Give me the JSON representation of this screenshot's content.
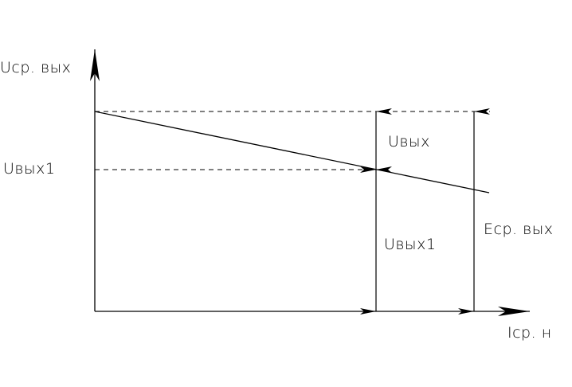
{
  "labels": {
    "y_axis": "Uср. вых",
    "x_axis": "Iср. н",
    "u_out1_left": "Uвых1",
    "u_out_segment": "Uвых",
    "u_out1_segment": "Uвых1",
    "e_avg_out": "Eср. вых"
  },
  "colors": {
    "stroke": "#000000",
    "background": "#ffffff"
  }
}
